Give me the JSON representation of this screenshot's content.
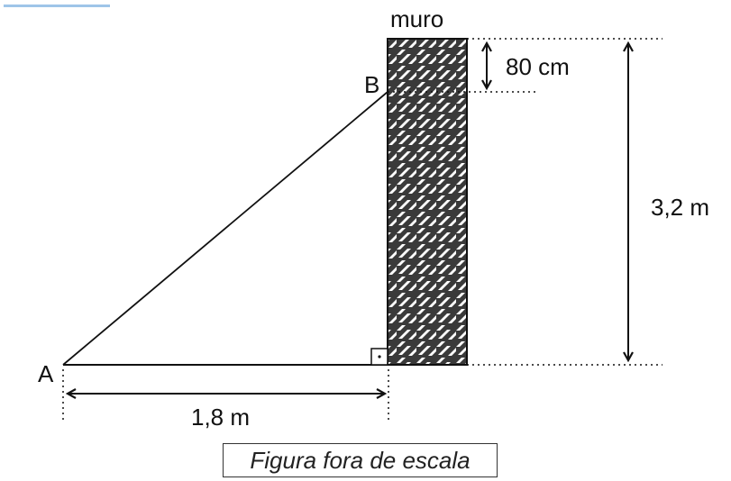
{
  "labels": {
    "wall": "muro",
    "point_a": "A",
    "point_b": "B",
    "gap": "80 cm",
    "height": "3,2 m",
    "base": "1,8 m",
    "caption": "Figura fora de escala"
  },
  "colors": {
    "ink": "#111111",
    "wall_fill": "#3a3a3a",
    "brick": "#ffffff",
    "accent_bar": "#9ec5e8"
  }
}
